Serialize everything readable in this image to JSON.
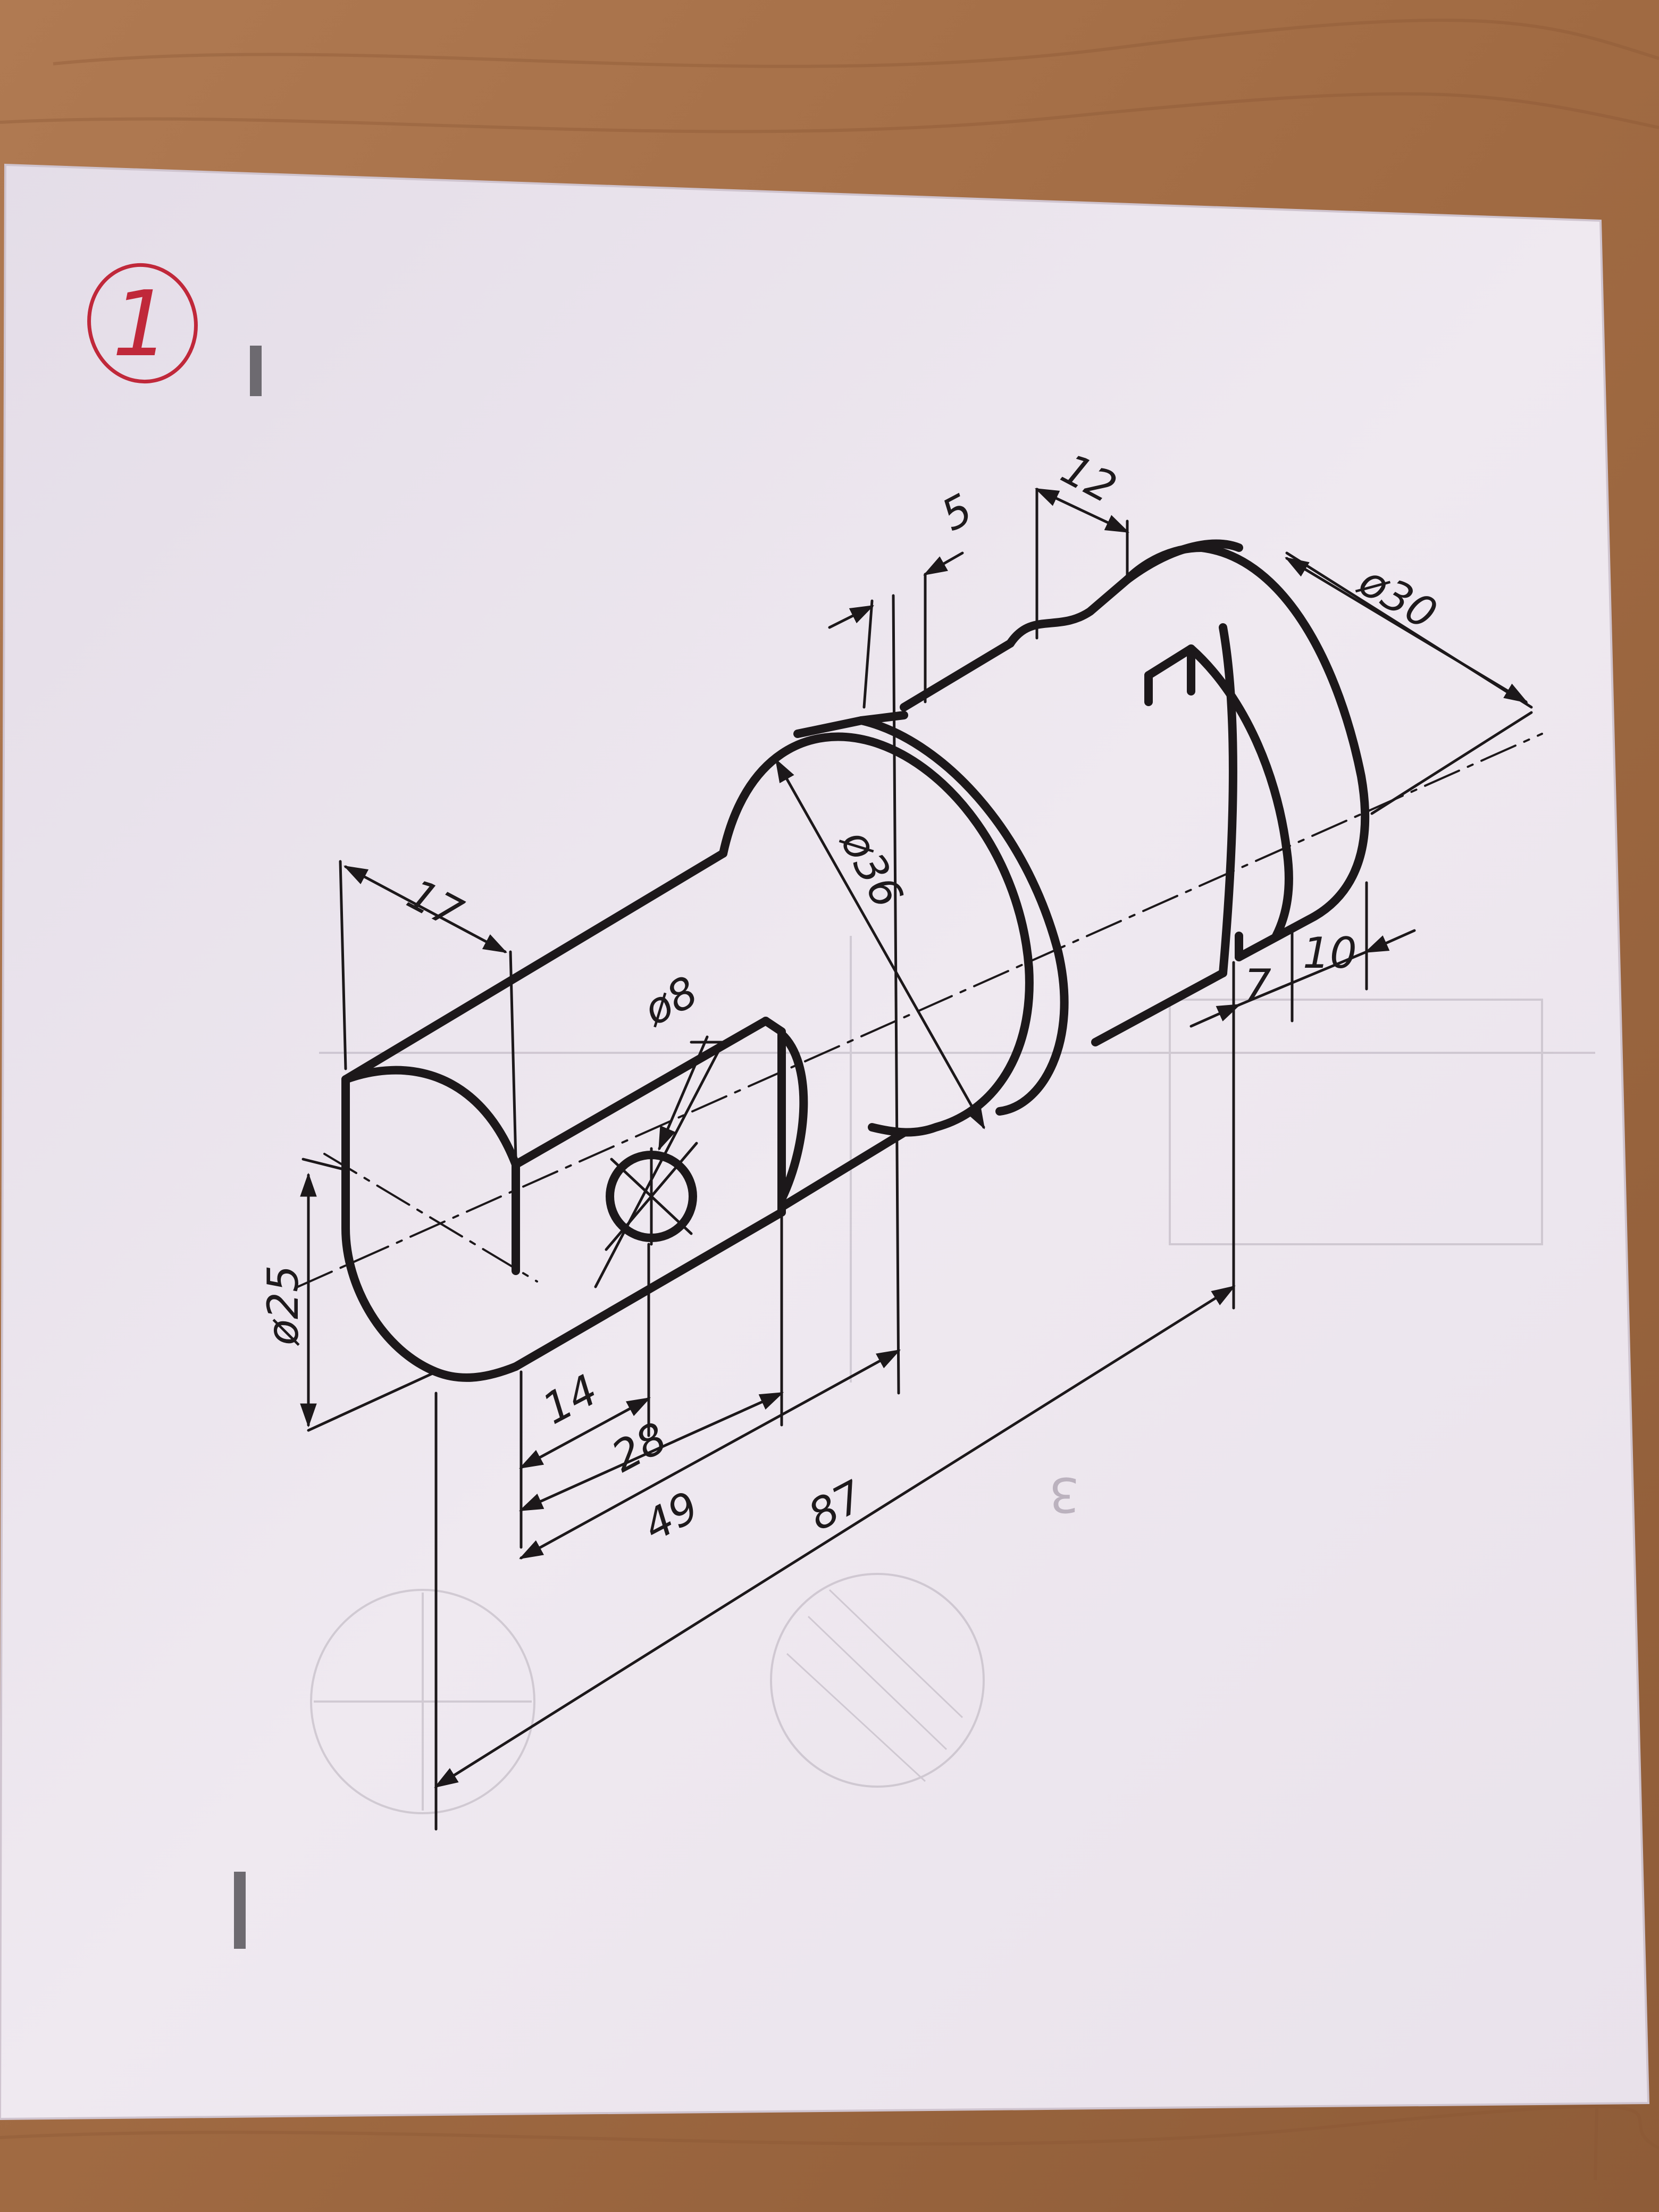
{
  "photo": {
    "background_color": "#a8714a",
    "paper_color": "#ece5ee",
    "ink_color": "#1c181a",
    "marker_color": "#c0283a"
  },
  "sheet": {
    "marker_number": "1"
  },
  "dimensions": {
    "d17": "17",
    "d5": "5",
    "d12": "12",
    "d30": "ø30",
    "d8": "ø8",
    "d36": "ø36",
    "d25": "ø25",
    "d7": "7",
    "d10": "10",
    "d14": "14",
    "d28": "28",
    "d49": "49",
    "d87": "87"
  },
  "faint_marks": {
    "back_page_digit": "3"
  },
  "icons": [
    "red-circled-number",
    "registration-mark"
  ]
}
